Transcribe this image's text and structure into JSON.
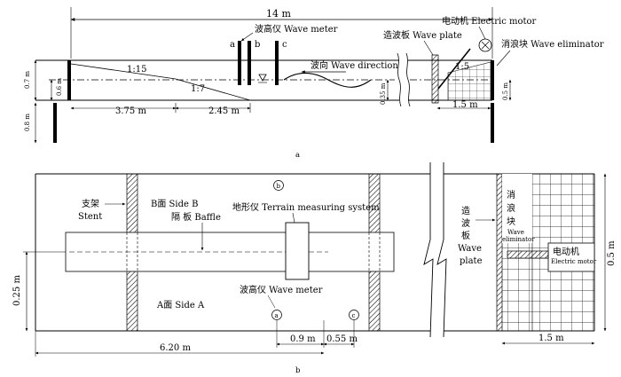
{
  "panel_a": {
    "caption": "a",
    "total_length": "14 m",
    "wave_meter": "波高仪 Wave meter",
    "probes": [
      "a",
      "b",
      "c"
    ],
    "wave_plate": "造波板 Wave plate",
    "electric_motor": "电动机 Electric motor",
    "wave_eliminator": "消浪块 Wave eliminator",
    "wave_direction": "波向 Wave direction",
    "slope_upper": "1:15",
    "slope_lower": "1:7",
    "slope_right": "1:5",
    "h_0_7": "0.7 m",
    "h_0_6": "0.6 m",
    "h_0_8": "0.8 m",
    "h_0_35": "0.35 m",
    "h_0_5": "0.5 m",
    "len_3_75": "3.75 m",
    "len_2_45": "2.45 m",
    "len_1_5": "1.5 m"
  },
  "panel_b": {
    "caption": "b",
    "stent_cn": "支架",
    "stent_en": "Stent",
    "side_b": "B面 Side B",
    "baffle": "隔 板 Baffle",
    "terrain": "地形仪 Terrain measuring system",
    "marker_b": "b",
    "marker_a": "a",
    "marker_c": "c",
    "wave_meter": "波高仪 Wave meter",
    "side_a": "A面 Side A",
    "wave_plate_cn": [
      "造",
      "波",
      "板"
    ],
    "wave_plate_en": [
      "Wave",
      "plate"
    ],
    "eliminator_cn": [
      "消",
      "浪",
      "块"
    ],
    "eliminator_en": [
      "Wave",
      "eliminator"
    ],
    "motor_cn": "电动机",
    "motor_en": "Electric motor",
    "h_0_25": "0.25 m",
    "h_0_5": "0.5 m",
    "len_0_9": "0.9 m",
    "len_0_55": "0.55 m",
    "len_6_20": "6.20 m",
    "len_1_5": "1.5 m"
  }
}
